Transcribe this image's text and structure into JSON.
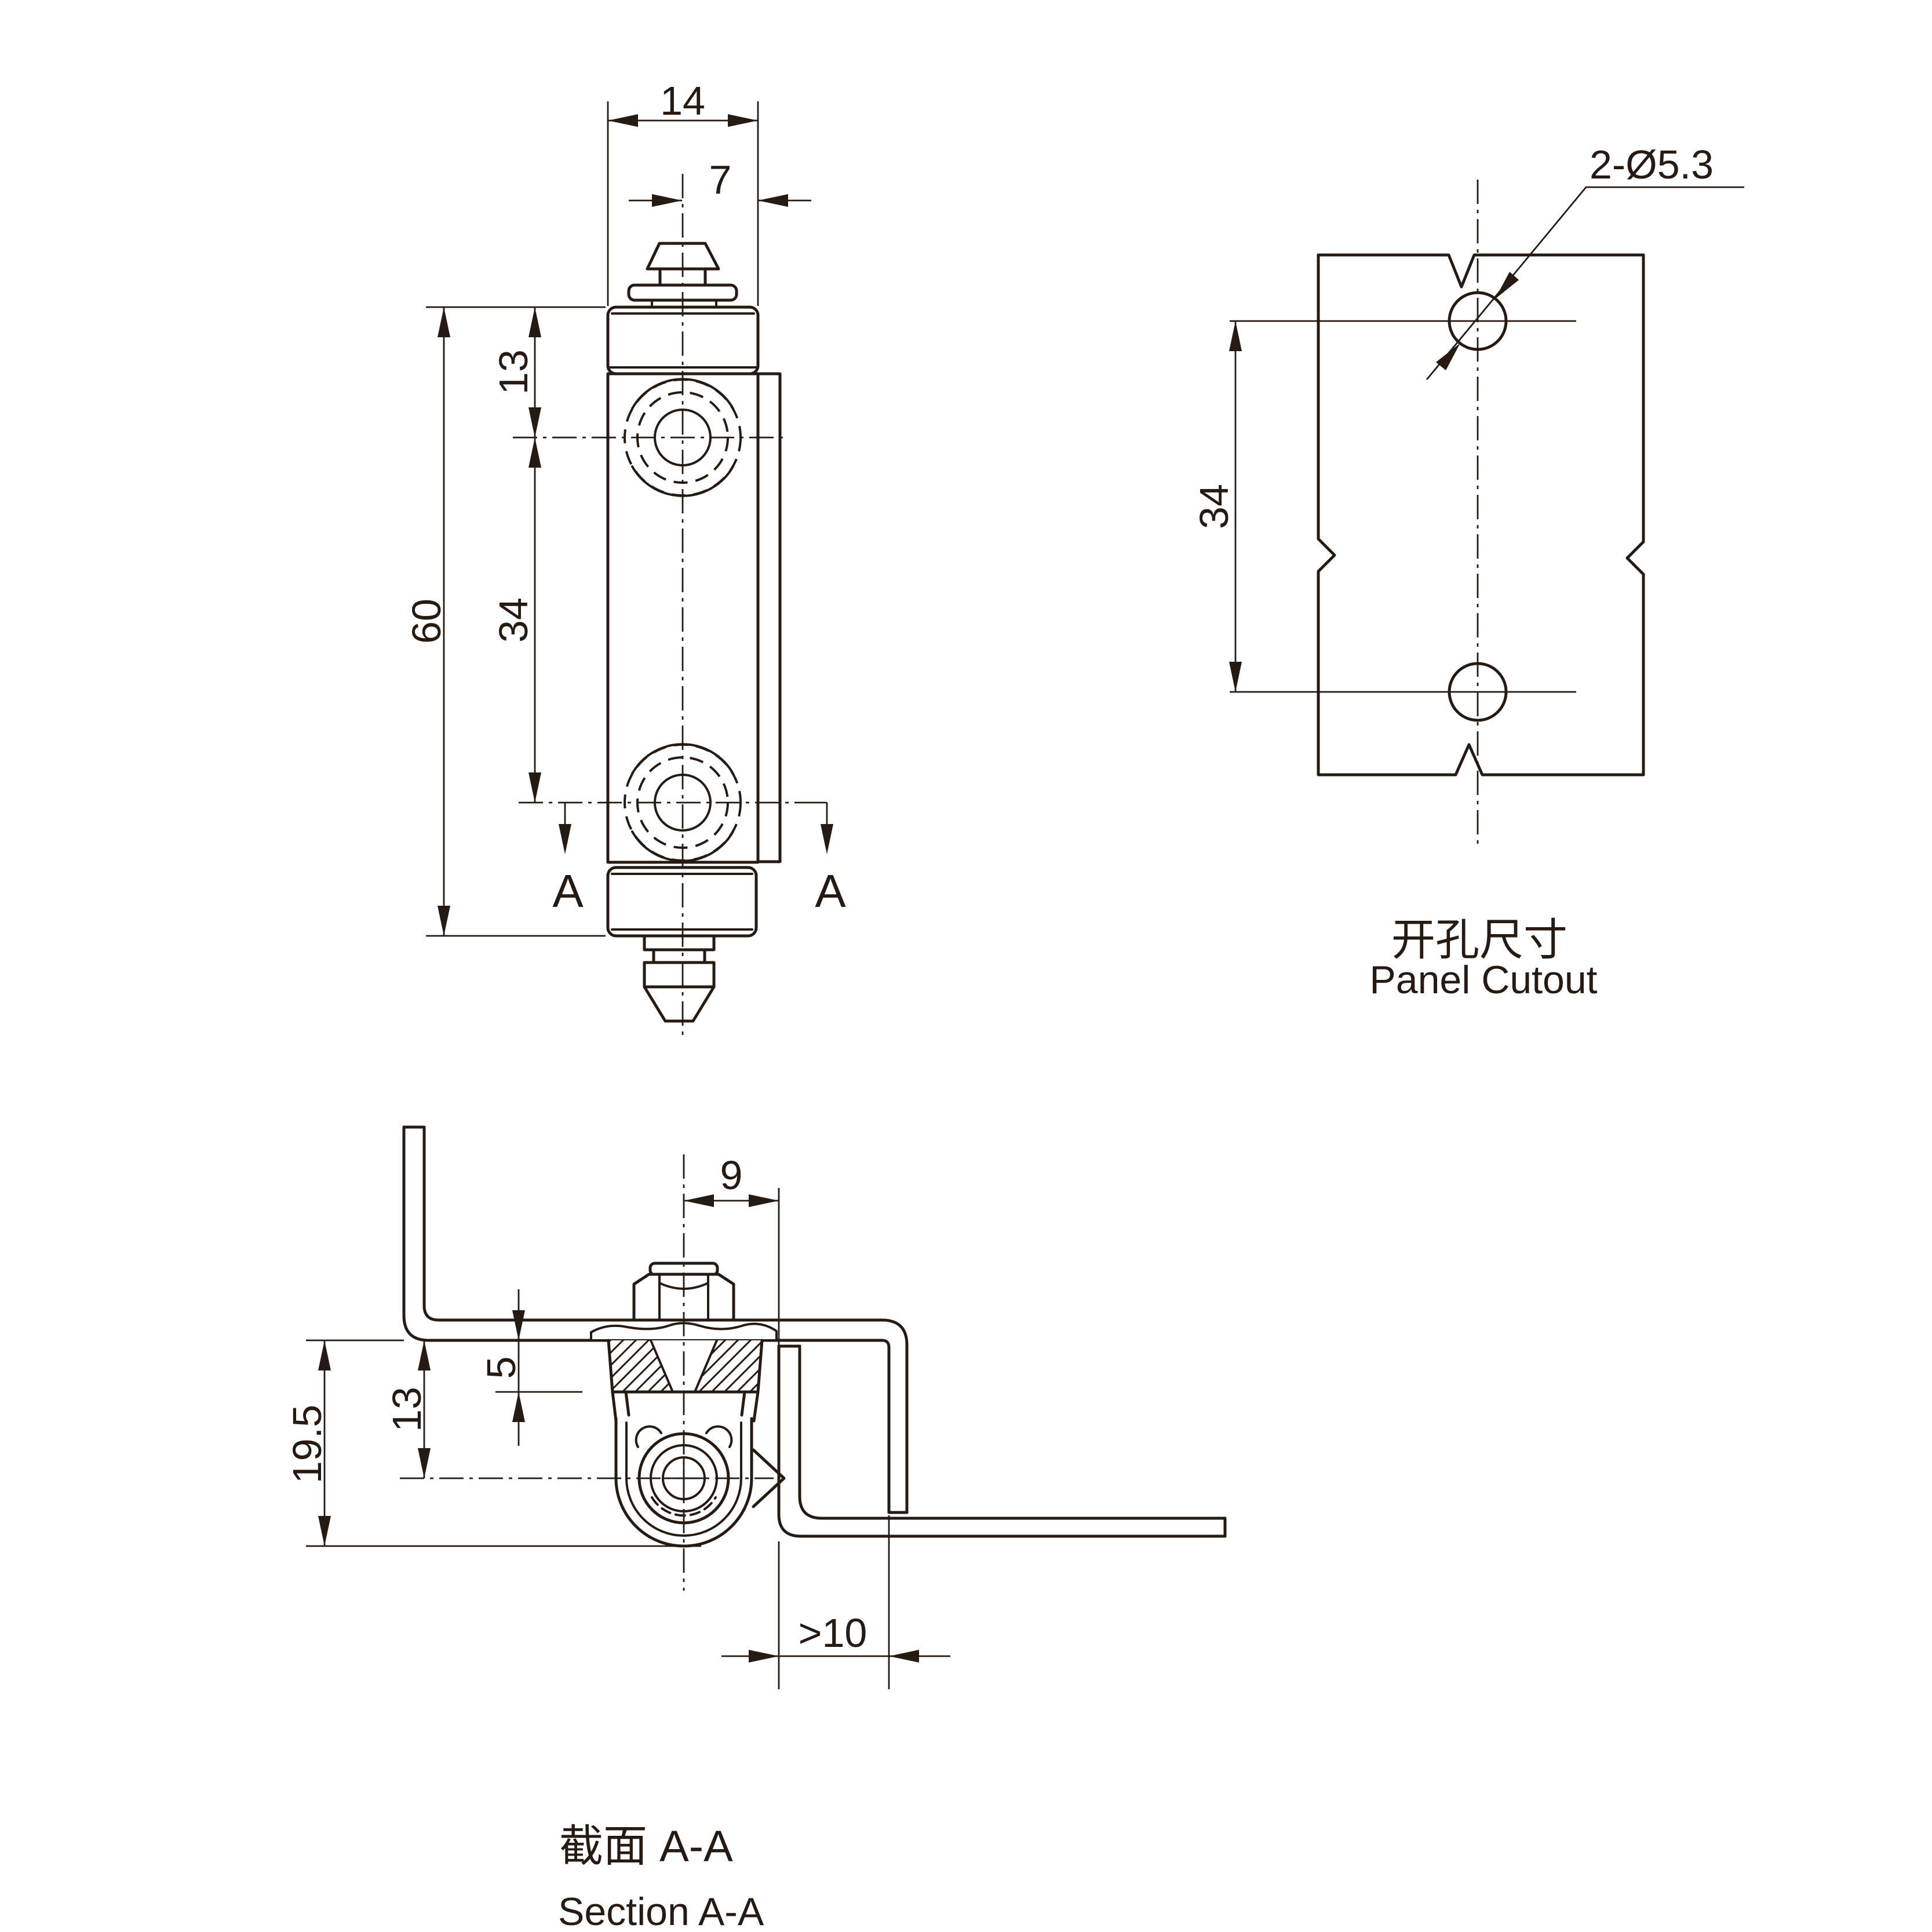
{
  "colors": {
    "line": "#261b13",
    "background": "#ffffff"
  },
  "front_view": {
    "dim_overall_width": "14",
    "dim_center_to_edge": "7",
    "dim_top_to_hole": "13",
    "dim_hole_spacing": "34",
    "dim_overall_height": "60",
    "section_label_left": "A",
    "section_label_right": "A"
  },
  "panel_cutout": {
    "dim_holes": "2-Ø5.3",
    "dim_hole_spacing": "34",
    "caption_zh": "开孔尺寸",
    "caption_en": "Panel Cutout"
  },
  "section_view": {
    "dim_pivot_offset": "9",
    "dim_bush_depth": "5",
    "dim_pin_depth": "13",
    "dim_total_depth": "19.5",
    "dim_min_clearance": ">10",
    "caption_zh": "截面 A-A",
    "caption_en": "Section A-A"
  }
}
